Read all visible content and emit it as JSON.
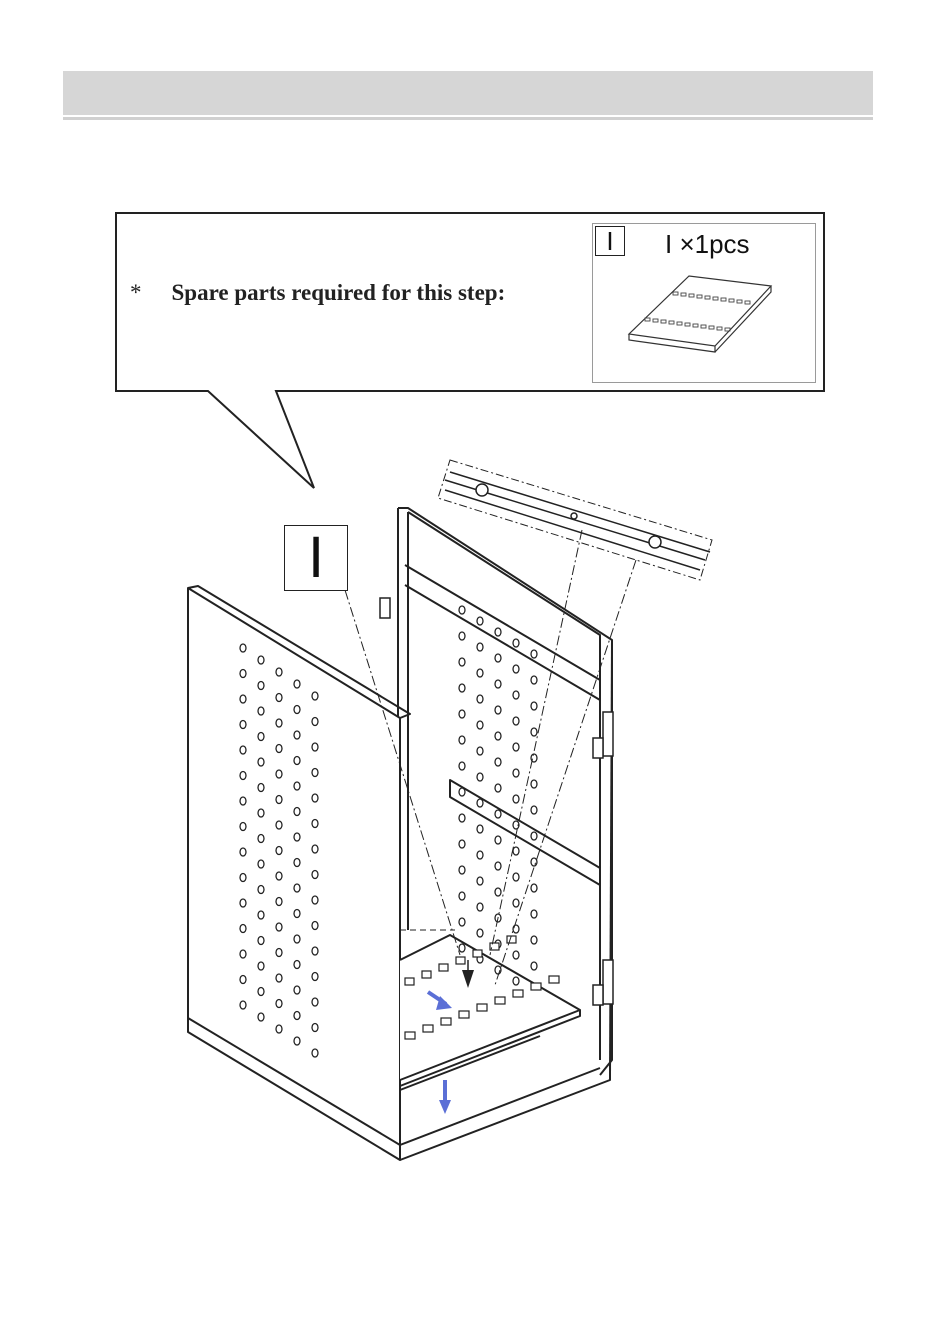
{
  "callout": {
    "bullet": "*",
    "text": "Spare parts required for this step:"
  },
  "parts_box": {
    "letter": "I",
    "quantity": "I ×1pcs"
  },
  "diagram": {
    "part_label": "I"
  },
  "colors": {
    "header": "#d6d6d6",
    "arrow": "#5b6fd6"
  }
}
